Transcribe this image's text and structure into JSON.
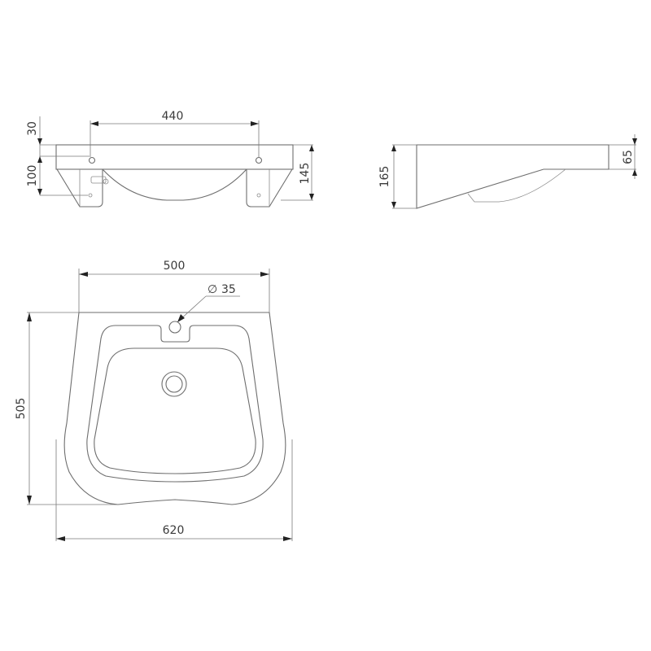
{
  "drawing": {
    "title": "Washbasin technical drawing",
    "units": "mm",
    "line_color": "#6e6e6e",
    "text_color": "#3a3a3a"
  },
  "front_view": {
    "dimensions": {
      "fixing_spacing": "440",
      "top_offset": "30",
      "bracket_height": "100",
      "total_height": "145"
    }
  },
  "side_view": {
    "dimensions": {
      "back_height": "165",
      "front_height": "65"
    }
  },
  "top_view": {
    "dimensions": {
      "back_width": "500",
      "tap_hole_symbol": "∅",
      "tap_hole": "35",
      "depth": "505",
      "front_width": "620"
    }
  }
}
